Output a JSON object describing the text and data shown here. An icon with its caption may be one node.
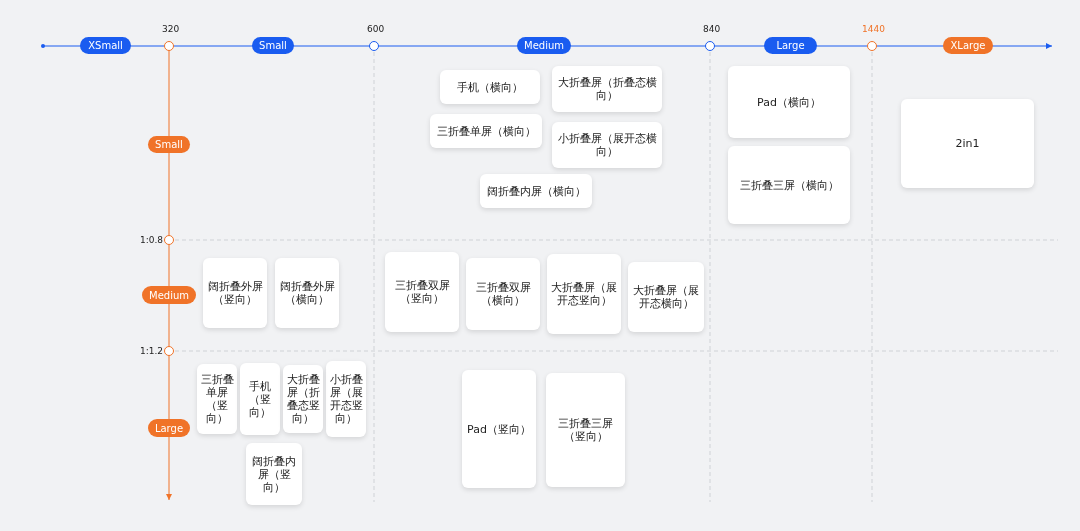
{
  "diagram": {
    "nodes": [
      {
        "text": [
          "XSmall"
        ]
      },
      {
        "text": [
          "Small"
        ]
      },
      {
        "text": [
          "Medium"
        ]
      },
      {
        "text": [
          "Large"
        ]
      },
      {
        "text": [
          "XLarge"
        ]
      },
      {
        "text": [
          "手机（横向）"
        ]
      },
      {
        "text": [
          "大折叠屏（折叠态横向）"
        ]
      },
      {
        "text": [
          "Pad（横向）"
        ]
      },
      {
        "text": [
          "2in1"
        ]
      },
      {
        "text": [
          "三折叠单屏（横向）"
        ]
      },
      {
        "text": [
          "小折叠屏（展开态横向）"
        ]
      },
      {
        "text": [
          "Small"
        ]
      },
      {
        "text": [
          "三折叠三屏（横向）"
        ]
      },
      {
        "text": [
          "阔折叠内屏（横向）"
        ]
      },
      {
        "text": [
          "三折叠双屏（竖向）"
        ]
      },
      {
        "text": [
          "大折叠屏（展开态竖向）"
        ]
      },
      {
        "text": [
          "阔折叠外屏（竖向）"
        ]
      },
      {
        "text": [
          "阔折叠外屏（横向）"
        ]
      },
      {
        "text": [
          "三折叠双屏（横向）"
        ]
      },
      {
        "text": [
          "大折叠屏（展开态横向）"
        ]
      },
      {
        "text": [
          "Medium"
        ]
      },
      {
        "text": [
          "小折叠屏（展开态竖向）"
        ]
      },
      {
        "text": [
          "三折叠单屏（竖向）"
        ]
      },
      {
        "text": [
          "手机（竖向）"
        ]
      },
      {
        "text": [
          "大折叠屏（折叠态竖向）"
        ]
      },
      {
        "text": [
          "Pad（竖向）"
        ]
      },
      {
        "text": [
          "三折叠三屏（竖向）"
        ]
      },
      {
        "text": [
          "Large"
        ]
      },
      {
        "text": [
          "阔折叠内屏（竖向）"
        ]
      }
    ],
    "labels": [
      "320",
      "600",
      "840",
      "1440",
      "1:0.8",
      "1:1.2"
    ]
  }
}
